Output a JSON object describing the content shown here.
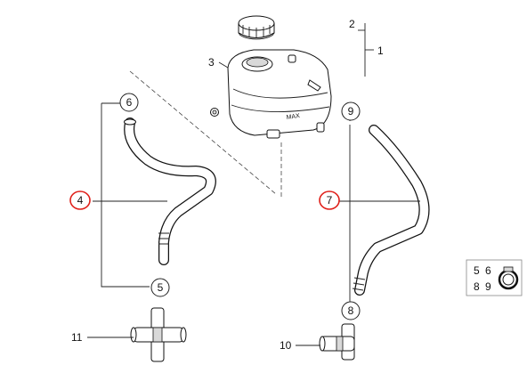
{
  "callouts": {
    "c1": "1",
    "c2": "2",
    "c3": "3",
    "c4": "4",
    "c5": "5",
    "c6": "6",
    "c7": "7",
    "c8": "8",
    "c9": "9",
    "c10": "10",
    "c11": "11"
  },
  "clip_set_labels": [
    "5",
    "6",
    "8",
    "9"
  ],
  "highlight_color": "#e0201a",
  "highlighted_callouts": [
    "4",
    "7"
  ],
  "tank_embossed_text": "MAX"
}
